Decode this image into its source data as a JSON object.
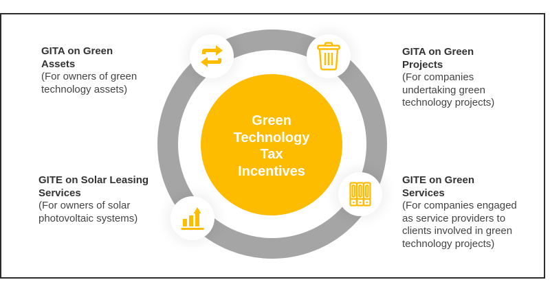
{
  "colors": {
    "accent": "#fdbc00",
    "ring": "#a5a5a5",
    "text": "#3b3b3b",
    "border": "#2b2b2b",
    "background": "#ffffff"
  },
  "center": {
    "title": "Green\nTechnology\nTax\nIncentives"
  },
  "items": [
    {
      "position": "top-left",
      "icon": "swap-arrows-icon",
      "title": "GITA on Green\nAssets",
      "description": "(For owners of green\ntechnology assets)"
    },
    {
      "position": "top-right",
      "icon": "trash-bin-icon",
      "title": "GITA on Green\nProjects",
      "description": "(For companies\nundertaking green\ntechnology projects)"
    },
    {
      "position": "bottom-left",
      "icon": "growth-chart-icon",
      "title": "GITE on Solar Leasing\nServices",
      "description": "(For owners of solar\nphotovoltaic systems)"
    },
    {
      "position": "bottom-right",
      "icon": "binders-icon",
      "title": "GITE on Green\nServices",
      "description": "(For companies engaged\nas service providers to\nclients involved in green\ntechnology projects)"
    }
  ]
}
